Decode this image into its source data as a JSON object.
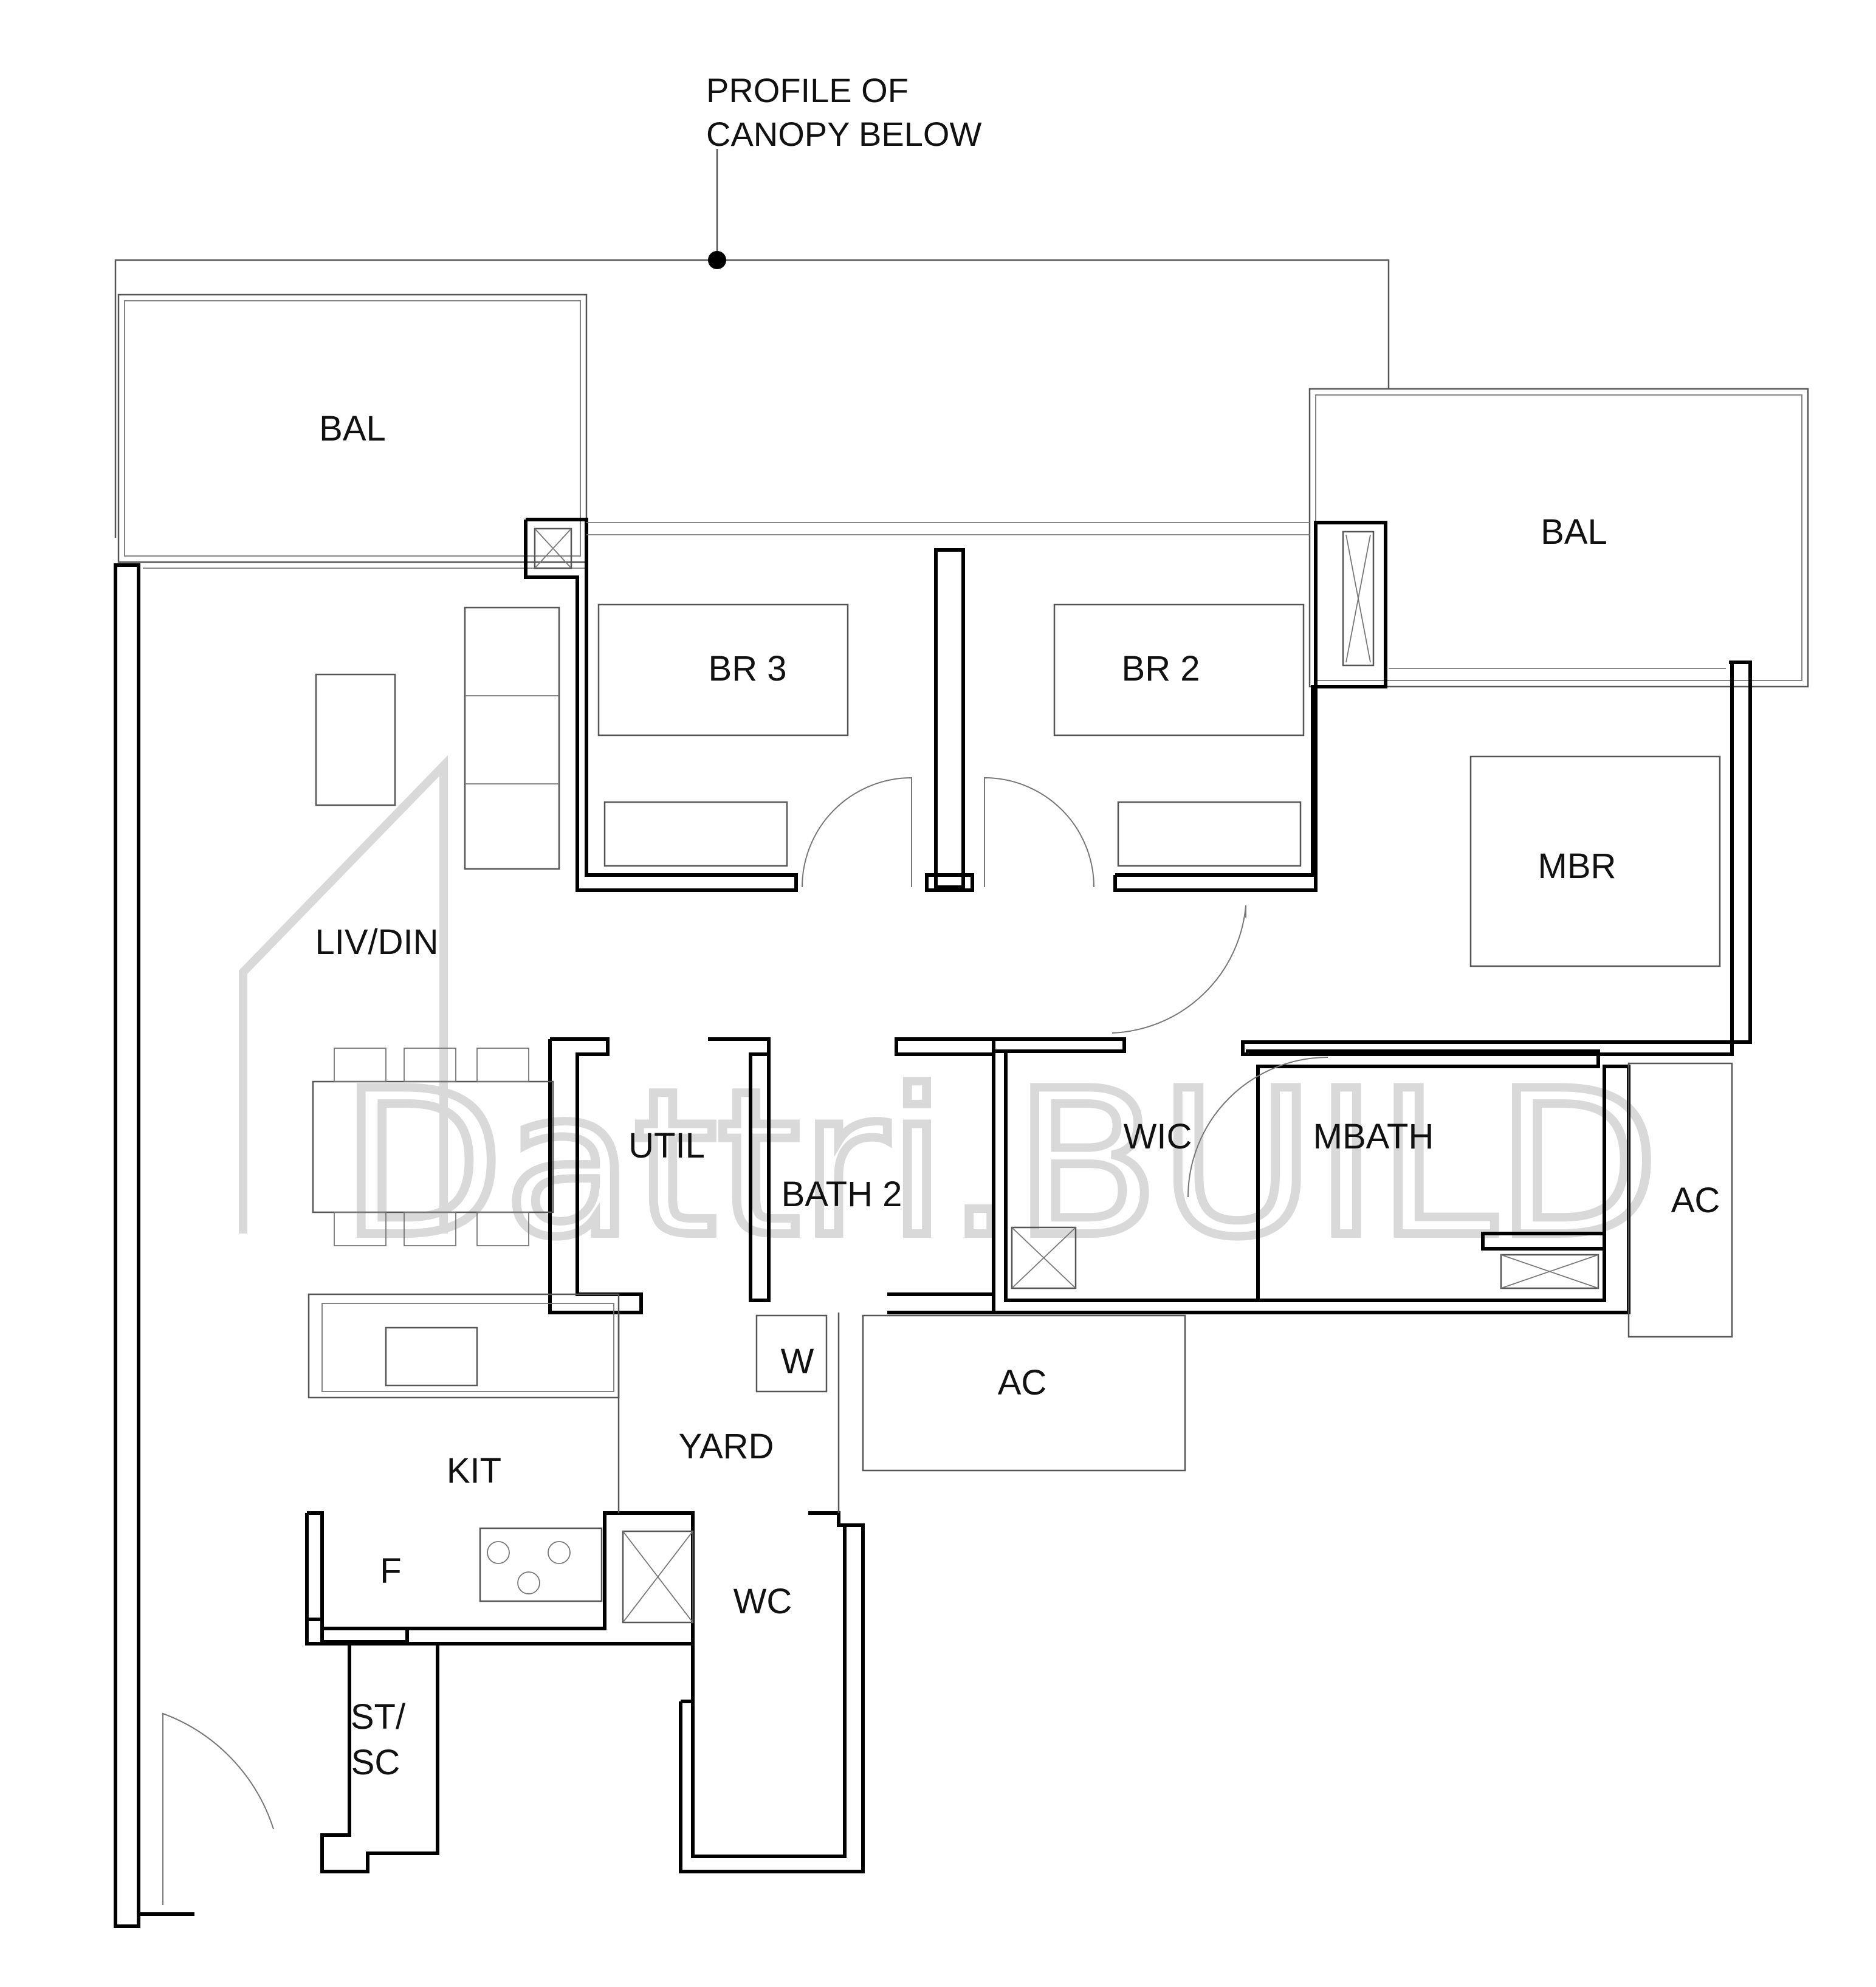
{
  "annotation": {
    "lines": [
      "PROFILE OF",
      "CANOPY BELOW"
    ]
  },
  "rooms": {
    "bal_left": "BAL",
    "bal_right": "BAL",
    "br3": "BR 3",
    "br2": "BR 2",
    "mbr": "MBR",
    "liv_din": "LIV/DIN",
    "util": "UTIL",
    "bath2": "BATH 2",
    "wic": "WIC",
    "mbath": "MBATH",
    "ac_right": "AC",
    "ac_mid": "AC",
    "w": "W",
    "yard": "YARD",
    "kit": "KIT",
    "f": "F",
    "wc": "WC",
    "st_sc_1": "ST/",
    "st_sc_2": "SC"
  },
  "watermark": "Dattri.BUILD",
  "colors": {
    "wall": "#000000",
    "watermark": "#d9d9d9"
  }
}
